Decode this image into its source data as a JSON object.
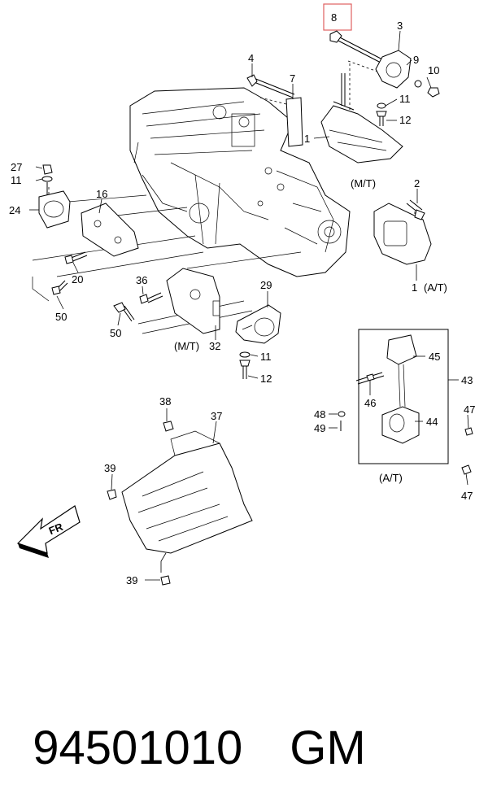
{
  "diagram": {
    "highlight_color": "#e06060",
    "callouts": {
      "c8": "8",
      "c3": "3",
      "c4": "4",
      "c7": "7",
      "c9": "9",
      "c10": "10",
      "c11a": "11",
      "c12a": "12",
      "c1a": "1",
      "c2": "2",
      "c1b": "1",
      "c27": "27",
      "c11b": "11",
      "c24": "24",
      "c16": "16",
      "c20": "20",
      "c50a": "50",
      "c36": "36",
      "c50b": "50",
      "c32": "32",
      "c29": "29",
      "c11c": "11",
      "c12b": "12",
      "c45": "45",
      "c43": "43",
      "c48": "48",
      "c46": "46",
      "c49": "49",
      "c44": "44",
      "c47a": "47",
      "c47b": "47",
      "c38": "38",
      "c37": "37",
      "c39a": "39",
      "c39b": "39"
    },
    "tags": {
      "mt_top": "(M/T)",
      "at_right": "(A/T)",
      "mt_left": "(M/T)",
      "at_box": "(A/T)"
    },
    "fr_arrow": "FR"
  },
  "footer": {
    "part_number": "94501010",
    "brand": "GM"
  }
}
